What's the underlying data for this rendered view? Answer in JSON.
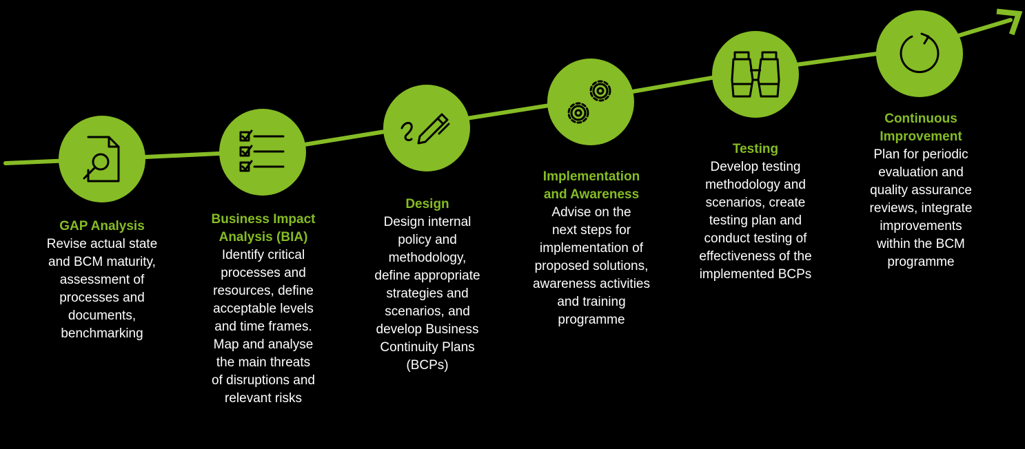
{
  "colors": {
    "accent": "#86bc25",
    "background": "#000000",
    "text": "#ffffff"
  },
  "steps": [
    {
      "icon": "document-search-icon",
      "title": "GAP Analysis",
      "description": "Revise actual state\nand BCM maturity,\nassessment of\nprocesses and\ndocuments,\nbenchmarking"
    },
    {
      "icon": "checklist-icon",
      "title": "Business Impact\nAnalysis (BIA)",
      "description": "Identify critical\nprocesses and\nresources, define\nacceptable levels\nand time frames.\nMap and analyse\nthe main threats\nof disruptions and\nrelevant risks"
    },
    {
      "icon": "pen-icon",
      "title": "Design",
      "description": "Design internal\npolicy and\nmethodology,\ndefine appropriate\nstrategies and\nscenarios, and\ndevelop Business\nContinuity Plans\n(BCPs)"
    },
    {
      "icon": "gears-icon",
      "title": "Implementation\nand Awareness",
      "description": "Advise on the\nnext steps for\nimplementation of\nproposed solutions,\nawareness activities\nand training\nprogramme"
    },
    {
      "icon": "binoculars-icon",
      "title": "Testing",
      "description": "Develop testing\nmethodology and\nscenarios, create\ntesting plan and\nconduct testing of\neffectiveness of the\nimplemented BCPs"
    },
    {
      "icon": "refresh-icon",
      "title": "Continuous\nImprovement",
      "description": "Plan for periodic\nevaluation and\nquality assurance\nreviews, integrate\nimprovements\nwithin the BCM\nprogramme"
    }
  ]
}
